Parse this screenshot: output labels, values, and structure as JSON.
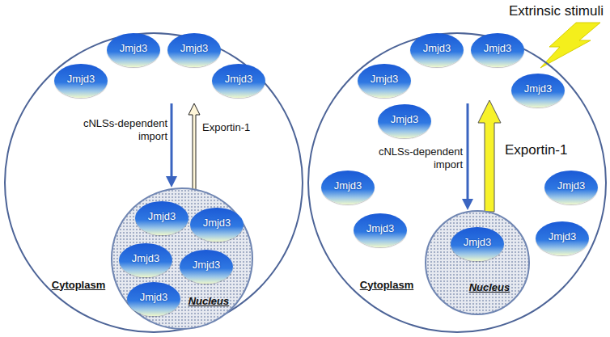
{
  "diagram": {
    "nodes": [
      {
        "text": [
          "Cytoplasm"
        ]
      },
      {
        "text": [
          "Nucleus"
        ],
        "in": 0
      },
      {
        "text": [
          "Jmjd3"
        ],
        "in": 0
      },
      {
        "text": [
          "Jmjd3"
        ],
        "in": 0
      },
      {
        "text": [
          "Jmjd3"
        ],
        "in": 0
      },
      {
        "text": [
          "Jmjd3"
        ],
        "in": 0
      },
      {
        "text": [
          "Jmjd3"
        ],
        "in": 1
      },
      {
        "text": [
          "Jmjd3"
        ],
        "in": 1
      },
      {
        "text": [
          "Jmjd3"
        ],
        "in": 1
      },
      {
        "text": [
          "Jmjd3"
        ],
        "in": 1
      },
      {
        "text": [
          "Jmjd3"
        ],
        "in": 1
      },
      {
        "text": [
          "Cytoplasm"
        ]
      },
      {
        "text": [
          "Nucleus"
        ],
        "in": 11
      },
      {
        "text": [
          "Jmjd3"
        ],
        "in": 11
      },
      {
        "text": [
          "Jmjd3"
        ],
        "in": 11
      },
      {
        "text": [
          "Jmjd3"
        ],
        "in": 11
      },
      {
        "text": [
          "Jmjd3"
        ],
        "in": 11
      },
      {
        "text": [
          "Jmjd3"
        ],
        "in": 11
      },
      {
        "text": [
          "Jmjd3"
        ],
        "in": 11
      },
      {
        "text": [
          "Jmjd3"
        ],
        "in": 11
      },
      {
        "text": [
          "Jmjd3"
        ],
        "in": 11
      },
      {
        "text": [
          "Jmjd3"
        ],
        "in": 11
      },
      {
        "text": [
          "Jmjd3"
        ],
        "in": 12
      }
    ],
    "labels": [
      "cNLSs-dependent import",
      "Exportin-1",
      "cNLSs-dependent import",
      "Exportin-1",
      "Extrinsic stimuli"
    ]
  }
}
